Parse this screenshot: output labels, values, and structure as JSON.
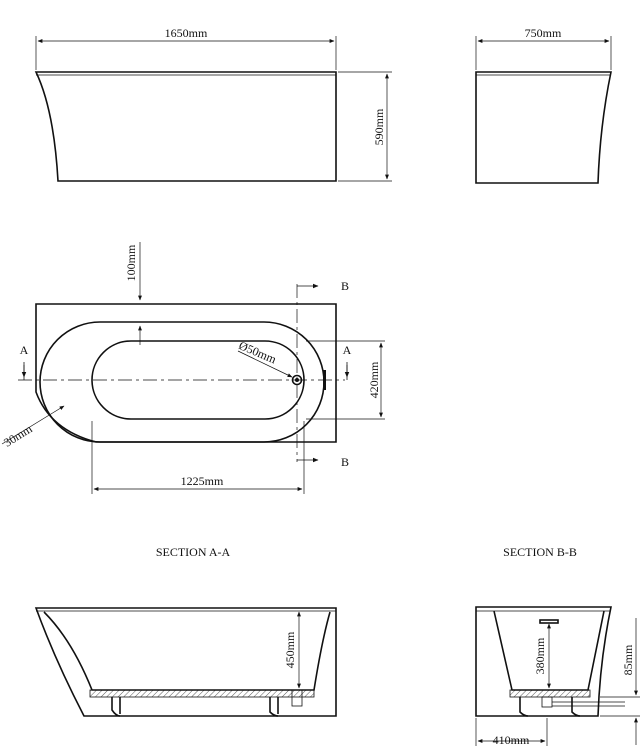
{
  "views": {
    "front": {
      "length": "1650mm",
      "height": "590mm"
    },
    "side": {
      "width": "750mm"
    },
    "top": {
      "rim_width": "100mm",
      "drain_diameter": "Ø50mm",
      "basin_width": "420mm",
      "basin_length": "1225mm",
      "corner_radius": "30mm",
      "section_a_left": "A",
      "section_a_right": "A",
      "section_b_top": "B",
      "section_b_bottom": "B"
    },
    "section_a": {
      "title": "SECTION A-A",
      "depth": "450mm"
    },
    "section_b": {
      "title": "SECTION B-B",
      "inner_depth": "380mm",
      "floor_gap": "85mm",
      "half_width": "410mm"
    }
  }
}
